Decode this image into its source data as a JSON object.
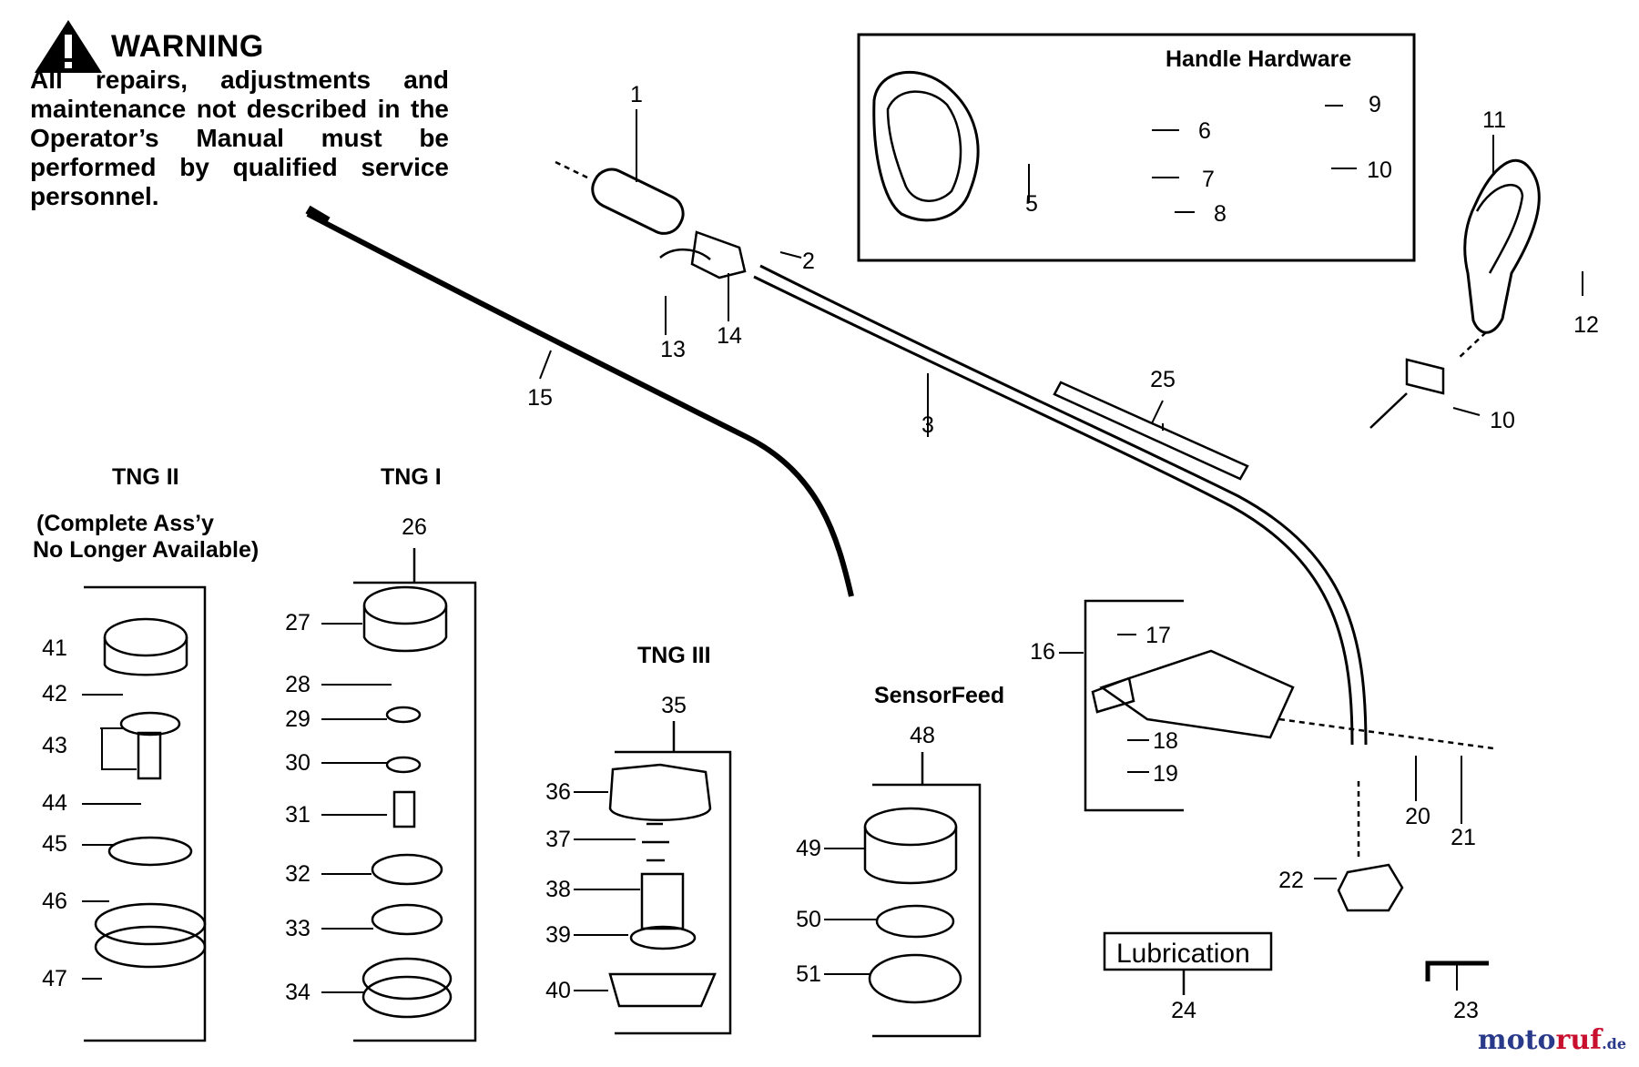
{
  "warning": {
    "title": "WARNING",
    "text": "All repairs, adjustments and maintenance not described in the Operator’s Manual must be performed by qualified service personnel."
  },
  "groups": {
    "handle_hardware": "Handle Hardware",
    "tng2": "TNG II",
    "tng2_note_1": "(Complete Ass’y",
    "tng2_note_2": "No Longer Available)",
    "tng1": "TNG I",
    "tng3": "TNG III",
    "sensorfeed": "SensorFeed",
    "lubrication": "Lubrication"
  },
  "callouts": [
    "1",
    "2",
    "3",
    "5",
    "6",
    "7",
    "8",
    "9",
    "10",
    "10",
    "11",
    "12",
    "13",
    "14",
    "15",
    "16",
    "17",
    "18",
    "19",
    "20",
    "21",
    "22",
    "23",
    "24",
    "25",
    "26",
    "27",
    "28",
    "29",
    "30",
    "31",
    "32",
    "33",
    "34",
    "35",
    "36",
    "37",
    "38",
    "39",
    "40",
    "41",
    "42",
    "43",
    "44",
    "45",
    "46",
    "47",
    "48",
    "49",
    "50",
    "51"
  ],
  "watermark": {
    "part1": "moto",
    "part2": "ruf",
    "part3": ".de"
  }
}
